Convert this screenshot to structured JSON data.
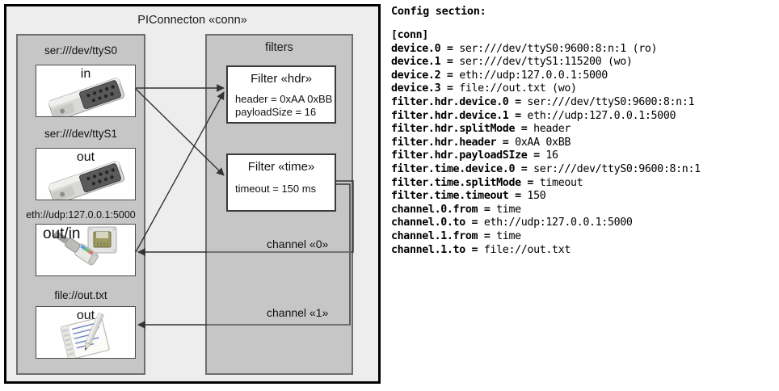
{
  "diagram": {
    "frame_title": "PIConnecton «conn»",
    "devices_panel": {
      "title": "",
      "devices": [
        {
          "label": "ser:///dev/ttyS0",
          "tag": "in",
          "icon": "serial-db9-icon"
        },
        {
          "label": "ser:///dev/ttyS1",
          "tag": "out",
          "icon": "serial-db9-icon"
        },
        {
          "label": "eth://udp:127.0.0.1:5000",
          "tag": "out/in",
          "icon": "ethernet-rj45-icon"
        },
        {
          "label": "file://out.txt",
          "tag": "out",
          "icon": "text-file-pencil-icon"
        }
      ]
    },
    "filters_panel": {
      "title": "filters",
      "filters": [
        {
          "title": "Filter «hdr»",
          "props": [
            "header = 0xAA 0xBB",
            "payloadSize = 16"
          ]
        },
        {
          "title": "Filter «time»",
          "props": [
            "timeout = 150 ms"
          ]
        }
      ]
    },
    "channels": [
      {
        "label": "channel «0»"
      },
      {
        "label": "channel «1»"
      }
    ]
  },
  "config": {
    "heading": "Config section:",
    "lines": [
      {
        "key": "[conn]",
        "value": ""
      },
      {
        "key": "device.0 = ",
        "value": "ser:///dev/ttyS0:9600:8:n:1 (ro)"
      },
      {
        "key": "device.1 = ",
        "value": "ser:///dev/ttyS1:115200 (wo)"
      },
      {
        "key": "device.2 = ",
        "value": "eth://udp:127.0.0.1:5000"
      },
      {
        "key": "device.3 = ",
        "value": "file://out.txt (wo)"
      },
      {
        "key": "filter.hdr.device.0 = ",
        "value": "ser:///dev/ttyS0:9600:8:n:1"
      },
      {
        "key": "filter.hdr.device.1 = ",
        "value": "eth://udp:127.0.0.1:5000"
      },
      {
        "key": "filter.hdr.splitMode = ",
        "value": "header"
      },
      {
        "key": "filter.hdr.header = ",
        "value": "0xAA 0xBB"
      },
      {
        "key": "filter.hdr.payloadSIze = ",
        "value": "16"
      },
      {
        "key": "filter.time.device.0 = ",
        "value": "ser:///dev/ttyS0:9600:8:n:1"
      },
      {
        "key": "filter.time.splitMode = ",
        "value": "timeout"
      },
      {
        "key": "filter.time.timeout = ",
        "value": "150"
      },
      {
        "key": "channel.0.from = ",
        "value": "time"
      },
      {
        "key": "channel.0.to = ",
        "value": "eth://udp:127.0.0.1:5000"
      },
      {
        "key": "channel.1.from = ",
        "value": "time"
      },
      {
        "key": "channel.1.to = ",
        "value": "file://out.txt"
      }
    ]
  },
  "colors": {
    "frame_bg": "#ededed",
    "panel_bg": "#c6c6c6",
    "panel_border": "#6e6e6e",
    "box_bg": "#ffffff",
    "line": "#333333",
    "text": "#111111"
  }
}
